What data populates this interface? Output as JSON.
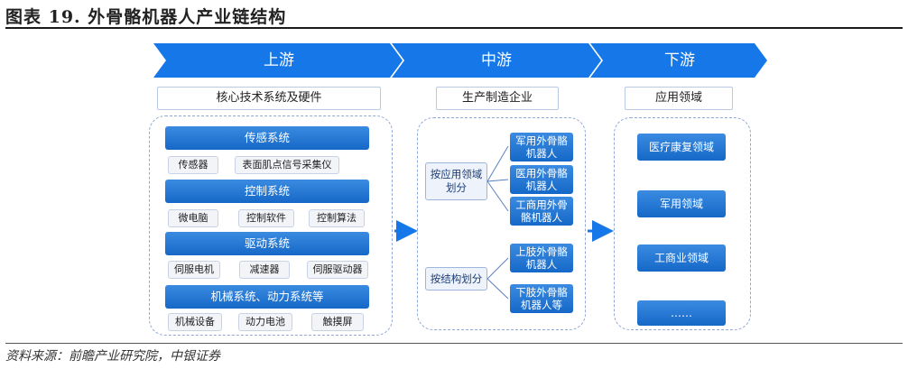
{
  "figure": {
    "title": "图表 19. 外骨骼机器人产业链结构",
    "source": "资料来源：前瞻产业研究院，中银证券"
  },
  "stages": [
    {
      "label": "上游",
      "header": "核心技术系统及硬件"
    },
    {
      "label": "中游",
      "header": "生产制造企业"
    },
    {
      "label": "下游",
      "header": "应用领域"
    }
  ],
  "upstream": {
    "systems": [
      {
        "name": "传感系统",
        "items": [
          "传感器",
          "表面肌点信号采集仪"
        ]
      },
      {
        "name": "控制系统",
        "items": [
          "微电脑",
          "控制软件",
          "控制算法"
        ]
      },
      {
        "name": "驱动系统",
        "items": [
          "伺服电机",
          "减速器",
          "伺服驱动器"
        ]
      },
      {
        "name": "机械系统、动力系统等",
        "items": [
          "机械设备",
          "动力电池",
          "触摸屏"
        ]
      }
    ]
  },
  "midstream": {
    "by_application": {
      "label": "按应用领域划分",
      "items": [
        "军用外骨骼机器人",
        "医用外骨骼机器人",
        "工商用外骨骼机器人"
      ]
    },
    "by_structure": {
      "label": "按结构划分",
      "items": [
        "上肢外骨骼机器人",
        "下肢外骨骼机器人等"
      ]
    }
  },
  "downstream": {
    "items": [
      "医疗康复领域",
      "军用领域",
      "工商业领域",
      "……"
    ]
  },
  "colors": {
    "stage_arrow": "#1677e8",
    "box_blue": "#1668c8",
    "dashed": "#8fa8d6"
  }
}
